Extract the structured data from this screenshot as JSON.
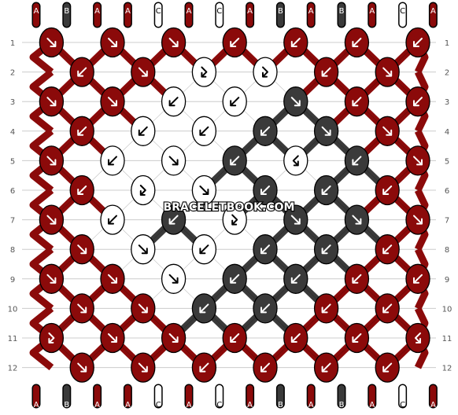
{
  "colors": {
    "A": "#8b0a0a",
    "B": "#3a3a3a",
    "C": "#ffffff",
    "outline": "#000000",
    "row_label": "#555555",
    "grid_line": "#cccccc"
  },
  "strings_top": [
    "A",
    "B",
    "A",
    "A",
    "C",
    "A",
    "C",
    "A",
    "B",
    "A",
    "B",
    "A",
    "C",
    "A"
  ],
  "strings_bottom": [
    "A",
    "B",
    "A",
    "A",
    "C",
    "A",
    "C",
    "A",
    "B",
    "A",
    "B",
    "A",
    "C",
    "A"
  ],
  "row_labels": [
    "1",
    "2",
    "3",
    "4",
    "5",
    "6",
    "7",
    "8",
    "9",
    "10",
    "11",
    "12"
  ],
  "watermark": "BRACELETBOOK.COM",
  "knots": [
    [
      {
        "c": "A",
        "k": "f"
      },
      {
        "c": "A",
        "k": "f"
      },
      {
        "c": "A",
        "k": "f"
      },
      {
        "c": "A",
        "k": "b"
      },
      {
        "c": "A",
        "k": "b"
      },
      {
        "c": "A",
        "k": "b"
      },
      {
        "c": "A",
        "k": "b"
      }
    ],
    [
      {
        "c": "A",
        "k": "b"
      },
      {
        "c": "A",
        "k": "f"
      },
      {
        "c": "C",
        "k": "fb"
      },
      {
        "c": "C",
        "k": "fb"
      },
      {
        "c": "A",
        "k": "b"
      },
      {
        "c": "A",
        "k": "f"
      }
    ],
    [
      {
        "c": "A",
        "k": "f"
      },
      {
        "c": "A",
        "k": "f"
      },
      {
        "c": "C",
        "k": "b"
      },
      {
        "c": "C",
        "k": "b"
      },
      {
        "c": "B",
        "k": "f"
      },
      {
        "c": "A",
        "k": "b"
      },
      {
        "c": "A",
        "k": "b"
      }
    ],
    [
      {
        "c": "A",
        "k": "b"
      },
      {
        "c": "C",
        "k": "b"
      },
      {
        "c": "C",
        "k": "b"
      },
      {
        "c": "B",
        "k": "b"
      },
      {
        "c": "B",
        "k": "f"
      },
      {
        "c": "A",
        "k": "f"
      }
    ],
    [
      {
        "c": "A",
        "k": "f"
      },
      {
        "c": "C",
        "k": "b"
      },
      {
        "c": "C",
        "k": "f"
      },
      {
        "c": "B",
        "k": "b"
      },
      {
        "c": "C",
        "k": "bf"
      },
      {
        "c": "B",
        "k": "b"
      },
      {
        "c": "A",
        "k": "f"
      }
    ],
    [
      {
        "c": "A",
        "k": "b"
      },
      {
        "c": "C",
        "k": "fb"
      },
      {
        "c": "C",
        "k": "f"
      },
      {
        "c": "B",
        "k": "b"
      },
      {
        "c": "B",
        "k": "b"
      },
      {
        "c": "A",
        "k": "b"
      }
    ],
    [
      {
        "c": "A",
        "k": "f"
      },
      {
        "c": "C",
        "k": "b"
      },
      {
        "c": "B",
        "k": "b"
      },
      {
        "c": "C",
        "k": "fb"
      },
      {
        "c": "B",
        "k": "f"
      },
      {
        "c": "B",
        "k": "f"
      },
      {
        "c": "A",
        "k": "f"
      }
    ],
    [
      {
        "c": "A",
        "k": "f"
      },
      {
        "c": "C",
        "k": "f"
      },
      {
        "c": "C",
        "k": "b"
      },
      {
        "c": "B",
        "k": "b"
      },
      {
        "c": "B",
        "k": "b"
      },
      {
        "c": "A",
        "k": "b"
      }
    ],
    [
      {
        "c": "A",
        "k": "f"
      },
      {
        "c": "A",
        "k": "f"
      },
      {
        "c": "C",
        "k": "f"
      },
      {
        "c": "B",
        "k": "b"
      },
      {
        "c": "B",
        "k": "b"
      },
      {
        "c": "A",
        "k": "b"
      },
      {
        "c": "A",
        "k": "b"
      }
    ],
    [
      {
        "c": "A",
        "k": "f"
      },
      {
        "c": "A",
        "k": "f"
      },
      {
        "c": "B",
        "k": "b"
      },
      {
        "c": "B",
        "k": "b"
      },
      {
        "c": "A",
        "k": "b"
      },
      {
        "c": "A",
        "k": "b"
      }
    ],
    [
      {
        "c": "A",
        "k": "fb"
      },
      {
        "c": "A",
        "k": "f"
      },
      {
        "c": "A",
        "k": "f"
      },
      {
        "c": "A",
        "k": "b"
      },
      {
        "c": "A",
        "k": "b"
      },
      {
        "c": "A",
        "k": "b"
      },
      {
        "c": "A",
        "k": "bf"
      }
    ],
    [
      {
        "c": "A",
        "k": "f"
      },
      {
        "c": "A",
        "k": "f"
      },
      {
        "c": "A",
        "k": "b"
      },
      {
        "c": "A",
        "k": "b"
      },
      {
        "c": "A",
        "k": "b"
      },
      {
        "c": "A",
        "k": "b"
      }
    ]
  ]
}
